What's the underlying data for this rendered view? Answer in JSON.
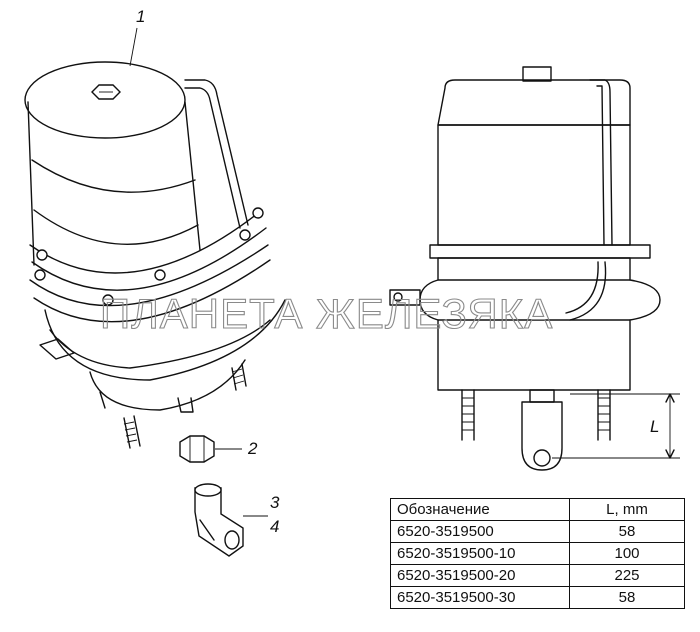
{
  "callouts": {
    "c1": "1",
    "c2": "2",
    "c3": "3",
    "c4": "4"
  },
  "dimension": {
    "label": "L"
  },
  "watermark": "ПЛАНЕТА ЖЕЛЕЗЯКА",
  "table": {
    "headers": [
      "Обозначение",
      "L, mm"
    ],
    "rows": [
      [
        "6520-3519500",
        "58"
      ],
      [
        "6520-3519500-10",
        "100"
      ],
      [
        "6520-3519500-20",
        "225"
      ],
      [
        "6520-3519500-30",
        "58"
      ]
    ]
  }
}
